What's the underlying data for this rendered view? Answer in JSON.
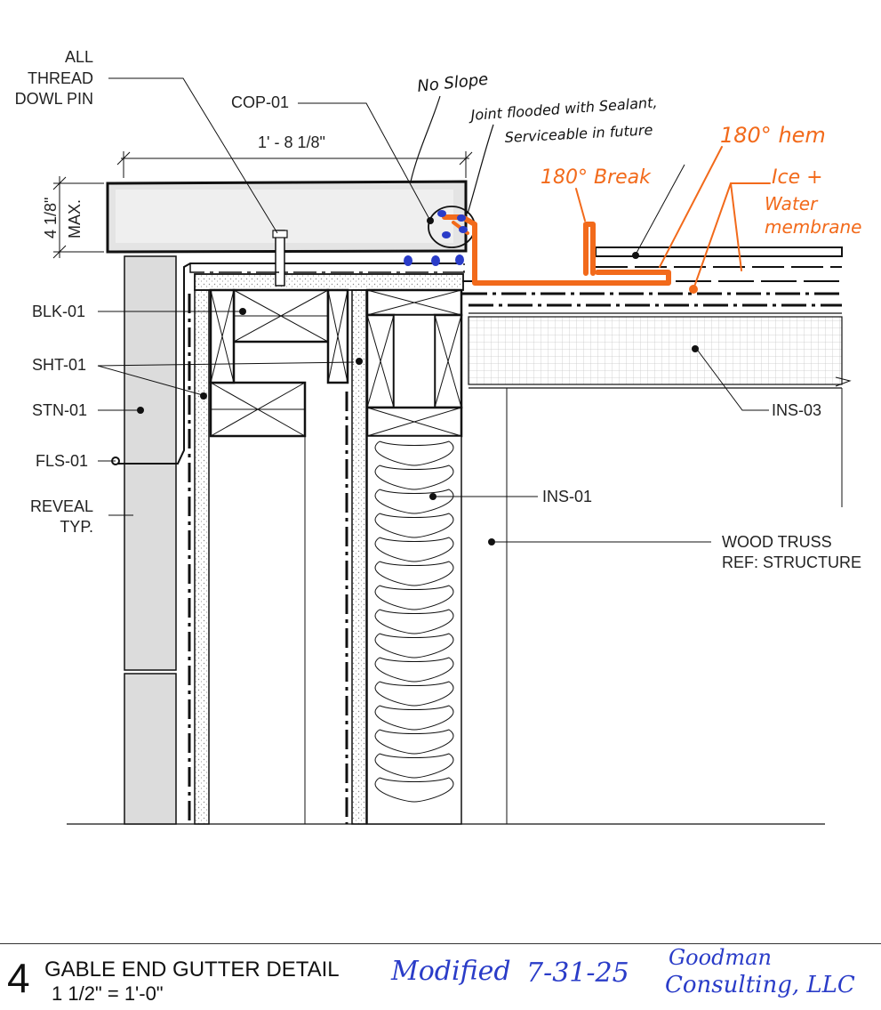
{
  "labels": {
    "dowl_line1": "ALL",
    "dowl_line2": "THREAD",
    "dowl_line3": "DOWL PIN",
    "cop": "COP-01",
    "width_dim": "1' - 8 1/8\"",
    "height_dim": "4 1/8\"",
    "height_max": "MAX.",
    "blk": "BLK-01",
    "sht": "SHT-01",
    "stn": "STN-01",
    "fls": "FLS-01",
    "reveal_line1": "REVEAL",
    "reveal_line2": "TYP.",
    "ins03": "INS-03",
    "ins01": "INS-01",
    "truss_line1": "WOOD TRUSS",
    "truss_line2": "REF: STRUCTURE"
  },
  "annotations": {
    "no_slope": "No Slope",
    "joint_line1": "Joint flooded with Sealant,",
    "joint_line2": "Serviceable in future",
    "hem": "180° hem",
    "break": "180° Break",
    "ice_line1": "Ice +",
    "ice_line2": "Water",
    "ice_line3": "membrane"
  },
  "title_block": {
    "number": "4",
    "title": "GABLE END GUTTER DETAIL",
    "scale": "1 1/2\" = 1'-0\"",
    "modified": "Modified",
    "modified_date": "7-31-25",
    "firm_line1": "Goodman",
    "firm_line2": "Consulting, LLC"
  },
  "colors": {
    "markup_orange": "#f26a1b",
    "markup_blue": "#2a3cc8",
    "line": "#111111",
    "stone": "#dcdcdc"
  }
}
